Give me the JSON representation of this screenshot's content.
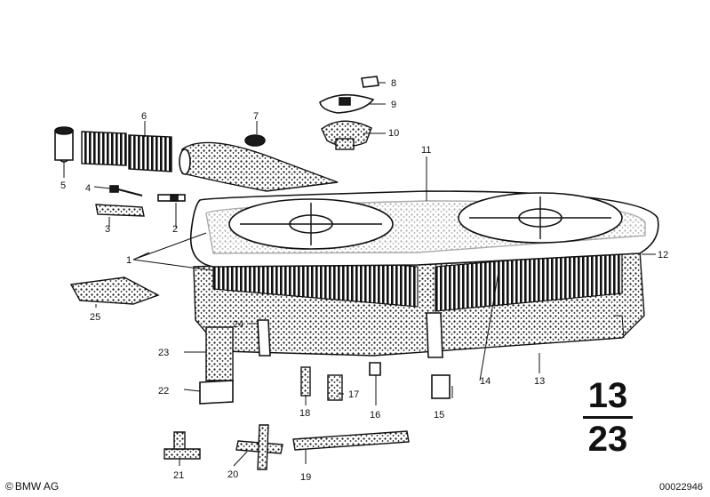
{
  "callouts": {
    "c1": "1",
    "c2": "2",
    "c3": "3",
    "c4": "4",
    "c5": "5",
    "c6": "6",
    "c7": "7",
    "c8": "8",
    "c9": "9",
    "c10": "10",
    "c11": "11",
    "c12": "12",
    "c13": "13",
    "c14": "14",
    "c15": "15",
    "c16": "16",
    "c17": "17",
    "c18": "18",
    "c19": "19",
    "c20": "20",
    "c21": "21",
    "c22": "22",
    "c23": "23",
    "c24": "24",
    "c25": "25"
  },
  "group": {
    "main": "13",
    "sub": "23"
  },
  "footer": {
    "copyright": "BMW AG",
    "copyright_symbol": "©",
    "image_number": "00022946"
  }
}
